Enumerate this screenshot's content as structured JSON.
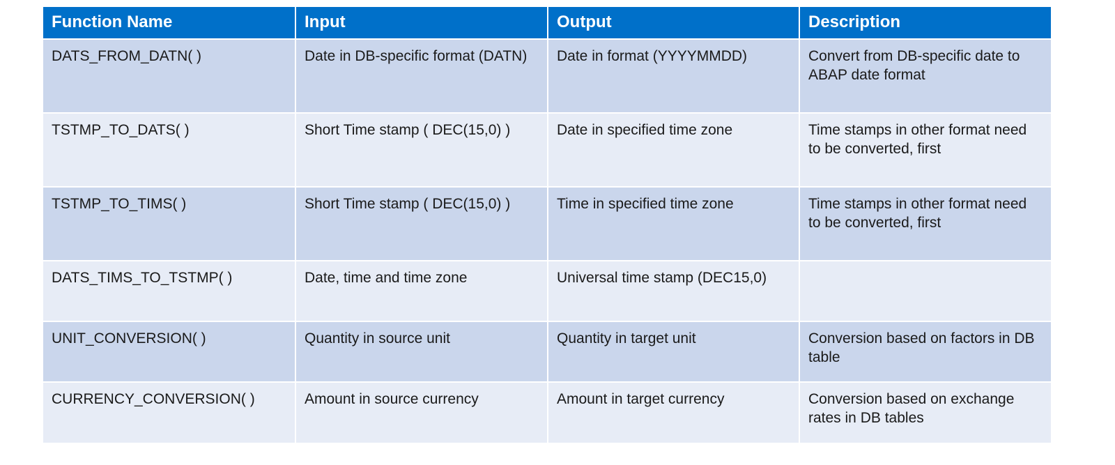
{
  "table": {
    "headers": [
      "Function Name",
      "Input",
      "Output",
      "Description"
    ],
    "rows": [
      {
        "function": "DATS_FROM_DATN(  )",
        "input": "Date in DB-specific format (DATN)",
        "output": "Date in format (YYYYMMDD)",
        "description": "Convert from DB-specific date to ABAP date format"
      },
      {
        "function": "TSTMP_TO_DATS(  )",
        "input": "Short Time stamp  ( DEC(15,0) )",
        "output": "Date in specified time zone",
        "description": "Time stamps in other format need to be converted, first"
      },
      {
        "function": "TSTMP_TO_TIMS(  )",
        "input": "Short Time stamp  ( DEC(15,0) )",
        "output": "Time in specified time zone",
        "description": "Time stamps in other format need to be converted, first"
      },
      {
        "function": "DATS_TIMS_TO_TSTMP(  )",
        "input": "Date, time and time zone",
        "output": "Universal time stamp (DEC15,0)",
        "description": ""
      },
      {
        "function": "UNIT_CONVERSION(   )",
        "input": "Quantity in source unit",
        "output": "Quantity in target unit",
        "description": "Conversion based on factors in DB table"
      },
      {
        "function": "CURRENCY_CONVERSION(  )",
        "input": "Amount  in source currency",
        "output": "Amount  in target currency",
        "description": "Conversion based on exchange rates in DB tables"
      }
    ]
  }
}
